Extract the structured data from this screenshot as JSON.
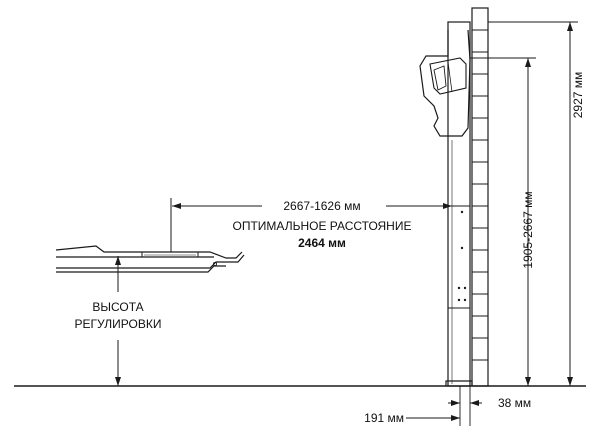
{
  "dimensions": {
    "distance_range": "2667-1626 мм",
    "optimal_label": "ОПТИМАЛЬНОЕ РАССТОЯНИЕ",
    "optimal_value": "2464 мм",
    "height_label_line1": "ВЫСОТА",
    "height_label_line2": "РЕГУЛИРОВКИ",
    "total_height": "2927 мм",
    "camera_height_range": "1905-2667 мм",
    "base_offset": "191 мм",
    "column_width": "38 мм"
  },
  "colors": {
    "line": "#1a1a1a",
    "background": "#ffffff"
  }
}
